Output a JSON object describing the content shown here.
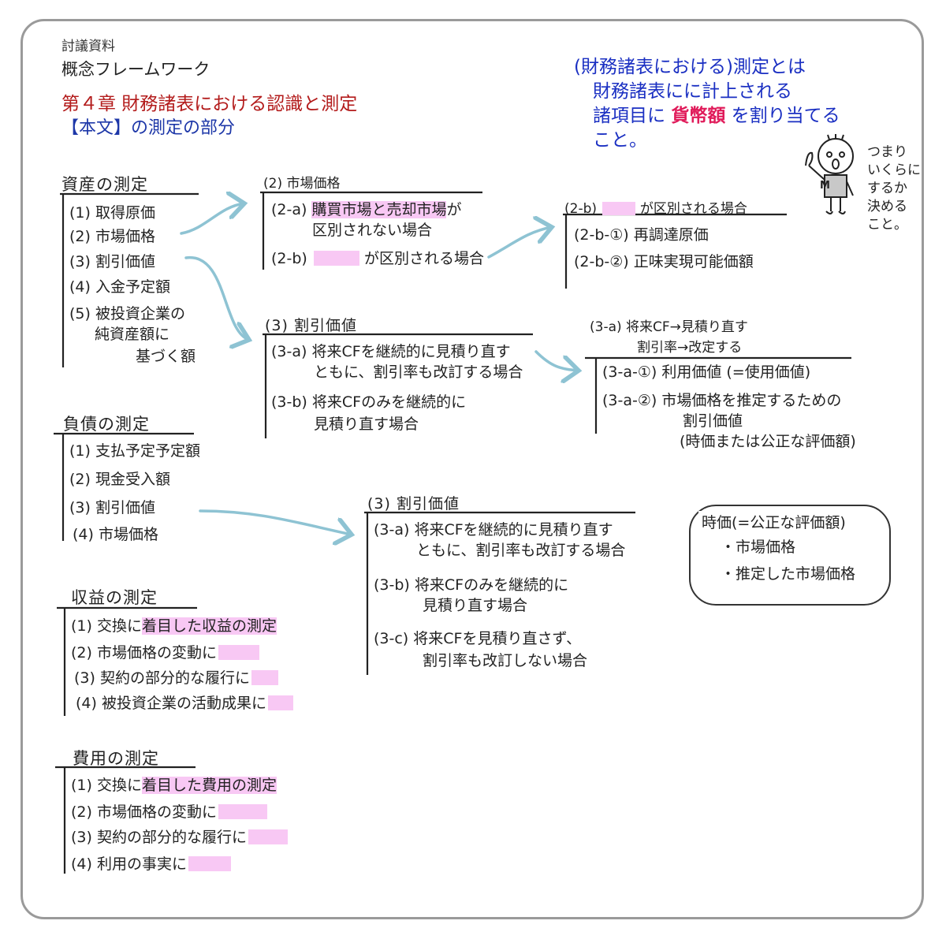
{
  "header": {
    "doc_type": "討議資料",
    "framework_title": "概念フレームワーク",
    "chapter_title": "第４章 財務諸表における認識と測定",
    "section_title": "【本文】の測定の部分"
  },
  "note": {
    "line1": "(財務諸表における)測定とは",
    "line2": "財務諸表にに計上される",
    "line3_prefix": "諸項目に",
    "line3_highlight": "貨幣額",
    "line3_suffix": "を割り当てる",
    "line4": "こと。"
  },
  "mascot": {
    "badge": "M",
    "text_lines": [
      "つまり",
      "いくらに",
      "するか",
      "決める",
      "こと。"
    ]
  },
  "assets": {
    "title": "資産の測定",
    "items": [
      "(1) 取得原価",
      "(2) 市場価格",
      "(3) 割引価値",
      "(4) 入金予定額",
      "(5) 被投資企業の",
      "純資産額に",
      "基づく額"
    ]
  },
  "market_price": {
    "title": "(2) 市場価格",
    "a_label": "(2-a)",
    "a_highlight": "購買市場と売却市場",
    "a_suffix": "が",
    "a_line2": "区別されない場合",
    "b_label": "(2-b)",
    "b_suffix": "が区別される場合"
  },
  "market_price_b": {
    "title_label": "(2-b)",
    "title_suffix": "が区別される場合",
    "items": [
      "(2-b-①) 再調達原価",
      "(2-b-②) 正味実現可能価額"
    ]
  },
  "discount_asset": {
    "title": "(3) 割引価値",
    "items": [
      "(3-a) 将来CFを継続的に見積り直す",
      "ともに、割引率も改訂する場合",
      "(3-b) 将来CFのみを継続的に",
      "見積り直す場合"
    ]
  },
  "discount_3a": {
    "title_line1": "(3-a) 将来CF→見積り直す",
    "title_line2": "割引率→改定する",
    "items": [
      "(3-a-①) 利用価値 (=使用価値)",
      "(3-a-②) 市場価格を推定するための",
      "割引価値",
      "(時価または公正な評価額)"
    ]
  },
  "liabilities": {
    "title": "負債の測定",
    "items": [
      "(1) 支払予定予定額",
      "(2) 現金受入額",
      "(3) 割引価値",
      "(4) 市場価格"
    ]
  },
  "discount_liab": {
    "title": "(3) 割引価値",
    "items": [
      "(3-a) 将来CFを継続的に見積り直す",
      "ともに、割引率も改訂する場合",
      "(3-b) 将来CFのみを継続的に",
      "見積り直す場合",
      "(3-c) 将来CFを見積り直さず、",
      "割引率も改訂しない場合"
    ]
  },
  "fair_value": {
    "title": "時価(=公正な評価額)",
    "items": [
      "・市場価格",
      "・推定した市場価格"
    ]
  },
  "revenue": {
    "title": "収益の測定",
    "item1_prefix": "(1) 交換に",
    "item1_highlight": "着目した収益の測定",
    "items": [
      "(2) 市場価格の変動に",
      "(3) 契約の部分的な履行に",
      "(4) 被投資企業の活動成果に"
    ]
  },
  "expense": {
    "title": "費用の測定",
    "item1_prefix": "(1) 交換に",
    "item1_highlight": "着目した費用の測定",
    "items": [
      "(2) 市場価格の変動に",
      "(3) 契約の部分的な履行に",
      "(4) 利用の事実に"
    ]
  },
  "colors": {
    "chapter": "#b31b1b",
    "section": "#1d37a8",
    "note": "#1a2fc2",
    "note_highlight": "#e01b5a",
    "blank": "#f8c8f4",
    "arrow": "#8ec3d3"
  }
}
